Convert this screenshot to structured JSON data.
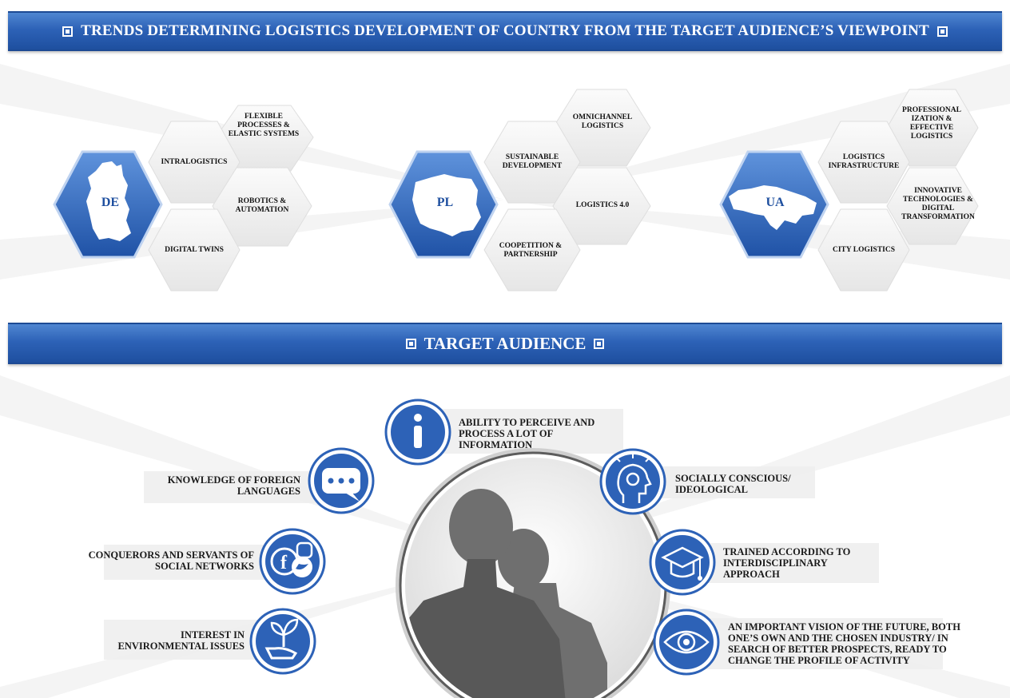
{
  "header": {
    "title": "TRENDS DETERMINING LOGISTICS DEVELOPMENT OF COUNTRY FROM THE TARGET AUDIENCE’S VIEWPOINT"
  },
  "countries": [
    {
      "code": "DE",
      "trends": [
        "FLEXIBLE PROCESSES & ELASTIC SYSTEMS",
        "INTRALOGISTICS",
        "ROBOTICS & AUTOMATION",
        "DIGITAL TWINS"
      ]
    },
    {
      "code": "PL",
      "trends": [
        "OMNICHANNEL LOGISTICS",
        "SUSTAINABLE DEVELOPMENT",
        "LOGISTICS 4.0",
        "COOPETITION & PARTNERSHIP"
      ]
    },
    {
      "code": "UA",
      "trends": [
        "PROFESSIONAL IZATION & EFFECTIVE LOGISTICS",
        "LOGISTICS INFRASTRUCTURE",
        "INNOVATIVE TECHNOLOGIES & DIGITAL TRANSFORMATION",
        "CITY LOGISTICS"
      ]
    }
  ],
  "audience": {
    "title": "TARGET AUDIENCE",
    "traits": [
      {
        "icon": "info-icon",
        "text": "ABILITY TO PERCEIVE AND PROCESS A LOT OF INFORMATION"
      },
      {
        "icon": "chat-icon",
        "text": "KNOWLEDGE OF FOREIGN LANGUAGES"
      },
      {
        "icon": "idea-head-icon",
        "text": "SOCIALLY CONSCIOUS/ IDEOLOGICAL"
      },
      {
        "icon": "social-networks-icon",
        "text": "CONQUERORS AND SERVANTS OF SOCIAL NETWORKS"
      },
      {
        "icon": "graduation-cap-icon",
        "text": "TRAINED ACCORDING TO INTERDISCIPLINARY APPROACH"
      },
      {
        "icon": "plant-hand-icon",
        "text": "INTEREST IN ENVIRONMENTAL ISSUES"
      },
      {
        "icon": "eye-icon",
        "text": "AN IMPORTANT VISION OF THE FUTURE, BOTH ONE’S OWN AND THE CHOSEN INDUSTRY/ IN SEARCH OF BETTER PROSPECTS, READY TO CHANGE THE PROFILE OF ACTIVITY"
      }
    ]
  },
  "colors": {
    "accent": "#2d62b7",
    "hex_fill": "#f1f1f1",
    "silhouette": "#6f6f6f"
  }
}
